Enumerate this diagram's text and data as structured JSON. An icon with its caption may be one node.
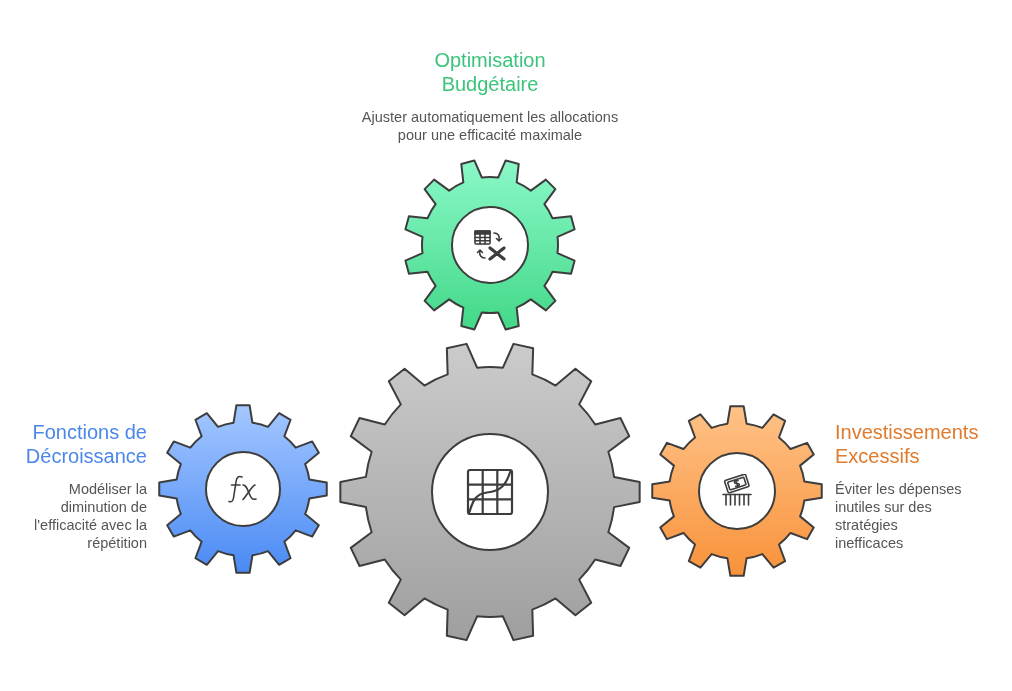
{
  "diagram": {
    "nodes": [
      {
        "text": [
          "Optimisation Budgétaire",
          "Ajuster automatiquement les allocations pour une efficacité maximale"
        ]
      },
      {
        "text": [
          "Fonctions de Décroissance",
          "Modéliser la diminution de l'efficacité avec la répétition"
        ]
      },
      {
        "text": [],
        "shape": "gear"
      },
      {
        "text": [
          "Investissements Excessifs",
          "Éviter les dépenses inutiles sur des stratégies inefficaces"
        ]
      }
    ]
  }
}
